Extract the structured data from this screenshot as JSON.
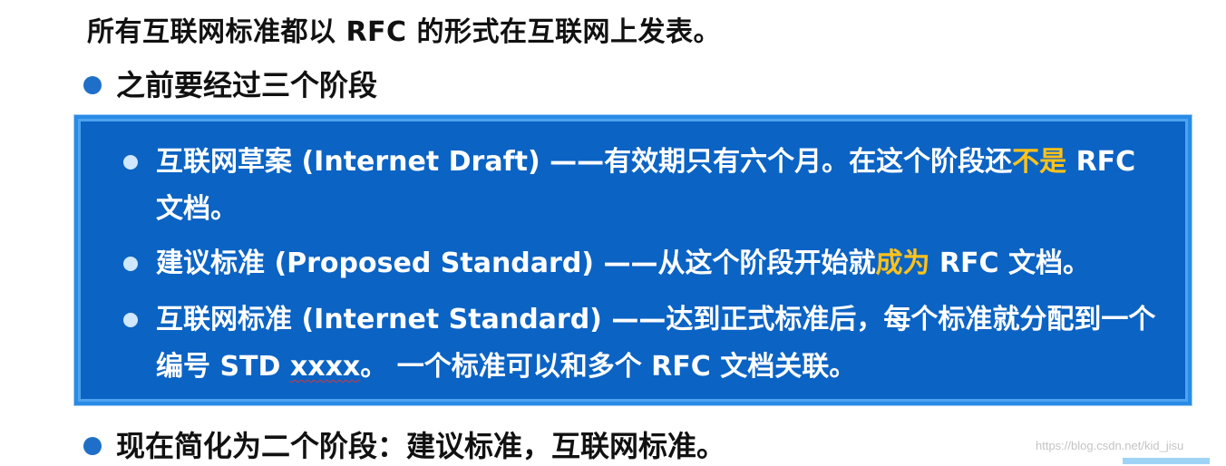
{
  "top_line": "所有互联网标准都以 RFC 的形式在互联网上发表。",
  "outer_bullets": [
    "之前要经过三个阶段",
    "现在简化为二个阶段：建议标准，互联网标准。"
  ],
  "box": {
    "item1": {
      "part1": "互联网草案 (Internet Draft) ——有效期只有六个月。在这个阶段还",
      "highlight": "不是",
      "part2": " RFC 文档。"
    },
    "item2": {
      "part1": "建议标准 (Proposed Standard) ——从这个阶段开始就",
      "highlight": "成为",
      "part2": " RFC 文档。"
    },
    "item3": {
      "part1": "互联网标准 (Internet Standard) ——达到正式标准后，每个标准就分配到一个编号 STD ",
      "squiggle": "xxxx",
      "part2": "。 一个标准可以和多个 RFC 文档关联。"
    }
  },
  "watermark": "https://blog.csdn.net/kid_jisu",
  "colors": {
    "box_bg": "#0b63c4",
    "highlight": "#ffc21a",
    "outer_bullet": "#1f6fc8"
  }
}
